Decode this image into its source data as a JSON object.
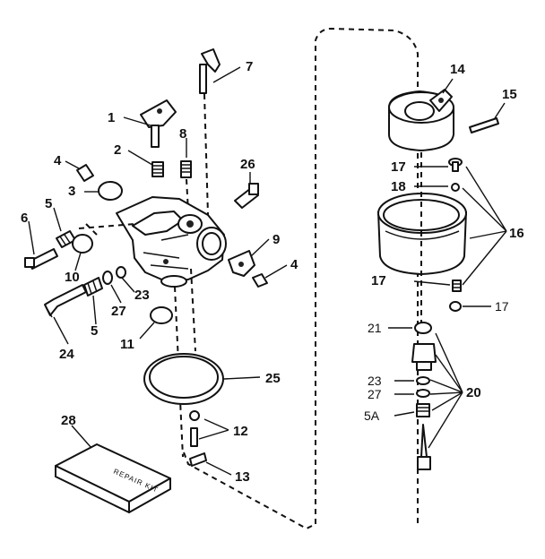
{
  "callouts": {
    "c1": "1",
    "c2": "2",
    "c3": "3",
    "c4a": "4",
    "c4b": "4",
    "c5a": "5",
    "c5b": "5",
    "c6": "6",
    "c7": "7",
    "c8": "8",
    "c9": "9",
    "c10": "10",
    "c11": "11",
    "c12": "12",
    "c13": "13",
    "c14": "14",
    "c15": "15",
    "c16": "16",
    "c17a": "17",
    "c17b": "17",
    "c17c": "17",
    "c18": "18",
    "c20": "20",
    "c21": "21",
    "c23a": "23",
    "c23b": "23",
    "c24": "24",
    "c25": "25",
    "c26": "26",
    "c27a": "27",
    "c27b": "27",
    "c28": "28",
    "c5A": "5A"
  },
  "kit_box_text": "REPAIR KIT"
}
